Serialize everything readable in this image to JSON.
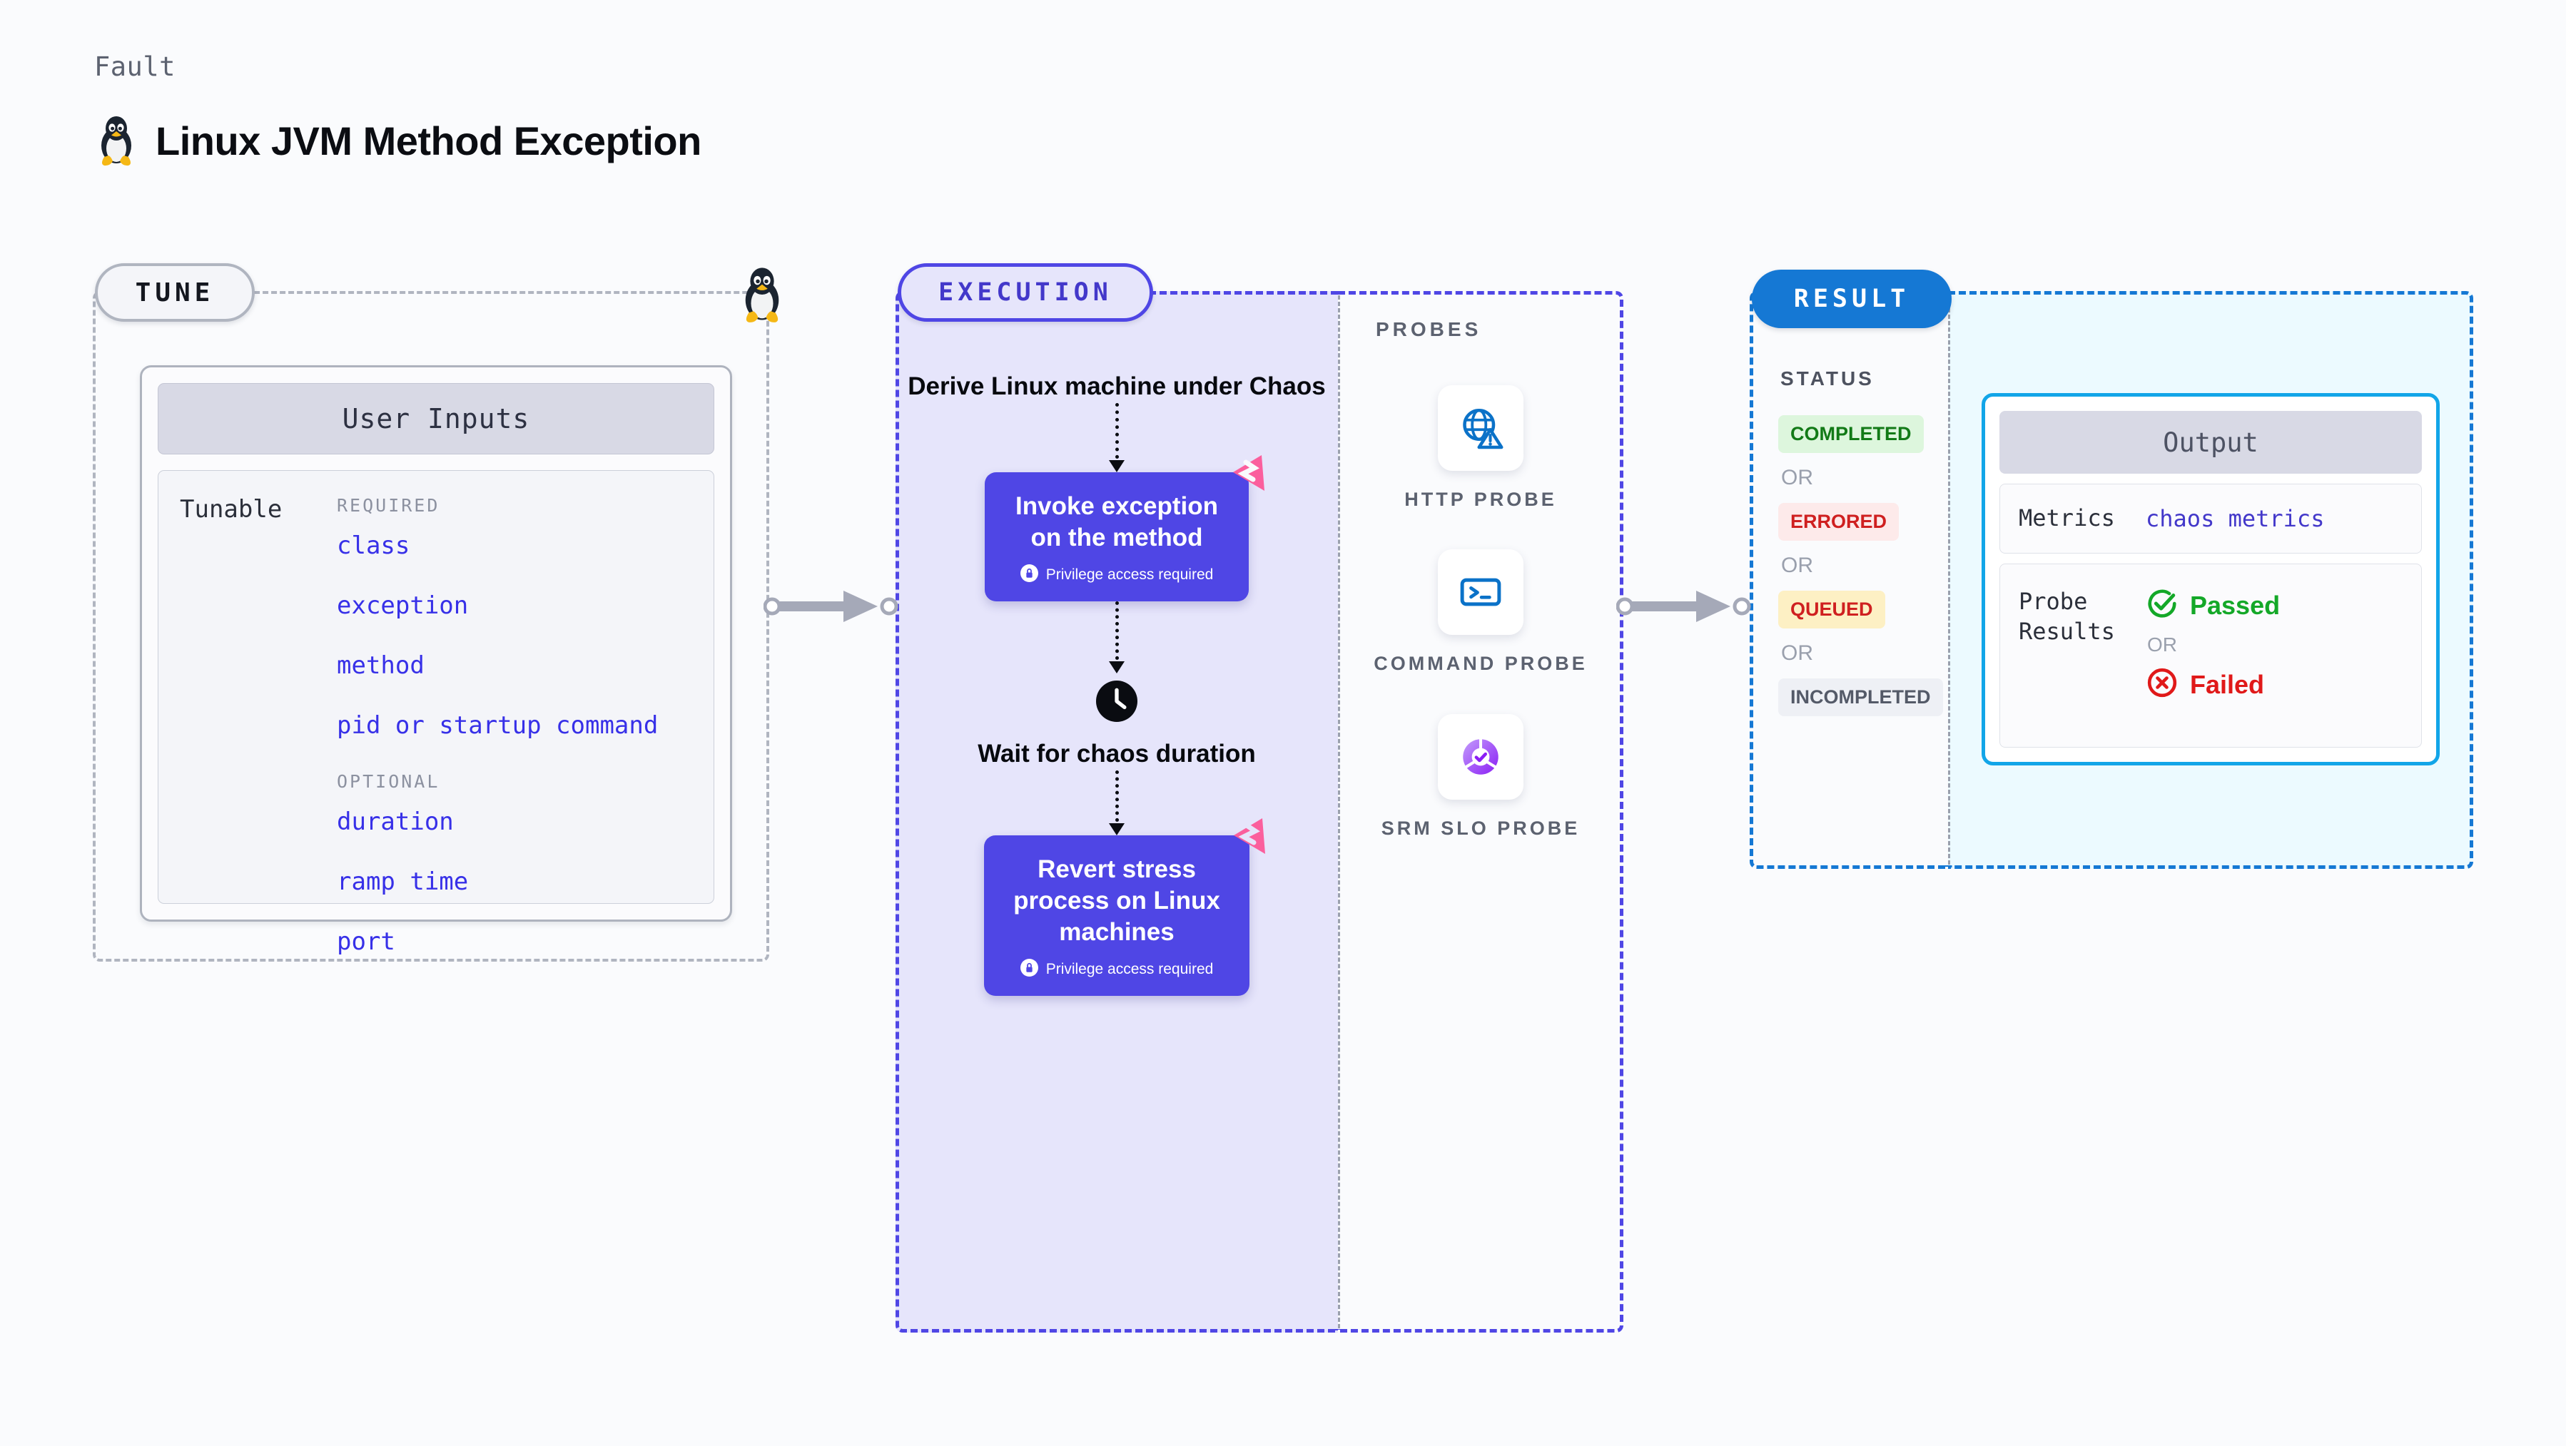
{
  "header": {
    "kicker": "Fault",
    "title": "Linux JVM Method Exception",
    "icon": "linux-tux-icon"
  },
  "tune": {
    "badge": "TUNE",
    "marker_icon": "linux-tux-icon",
    "card_title": "User Inputs",
    "tunable_label": "Tunable",
    "groups": [
      {
        "heading": "REQUIRED",
        "items": [
          "class",
          "exception",
          "method",
          "pid or startup command"
        ]
      },
      {
        "heading": "OPTIONAL",
        "items": [
          "duration",
          "ramp time",
          "port"
        ]
      }
    ]
  },
  "execution": {
    "badge": "EXECUTION",
    "steps": [
      {
        "kind": "text",
        "label": "Derive Linux machine under Chaos"
      },
      {
        "kind": "action",
        "label": "Invoke exception on the method",
        "privilege": "Privilege access required",
        "privilege_icon": "lock-icon",
        "marker_icon": "litmus-chaos-icon"
      },
      {
        "kind": "wait",
        "label": "Wait for chaos duration",
        "icon": "clock-icon"
      },
      {
        "kind": "action",
        "label": "Revert stress process on Linux machines",
        "privilege": "Privilege access required",
        "privilege_icon": "lock-icon",
        "marker_icon": "litmus-chaos-icon"
      }
    ]
  },
  "probes": {
    "title": "PROBES",
    "items": [
      {
        "label": "HTTP PROBE",
        "icon": "globe-warning-icon"
      },
      {
        "label": "COMMAND PROBE",
        "icon": "terminal-icon"
      },
      {
        "label": "SRM SLO PROBE",
        "icon": "srm-slo-check-icon"
      }
    ]
  },
  "result": {
    "badge": "RESULT",
    "status_title": "STATUS",
    "or_label": "OR",
    "statuses": [
      {
        "label": "COMPLETED",
        "style": "completed"
      },
      {
        "label": "ERRORED",
        "style": "errored"
      },
      {
        "label": "QUEUED",
        "style": "queued"
      },
      {
        "label": "INCOMPLETED",
        "style": "incomplete"
      }
    ],
    "output": {
      "title": "Output",
      "metrics_label": "Metrics",
      "metrics_value": "chaos metrics",
      "probe_results_label": "Probe Results",
      "passed_label": "Passed",
      "failed_label": "Failed",
      "or_label": "OR",
      "passed_icon": "check-circle-icon",
      "failed_icon": "x-circle-icon"
    }
  },
  "colors": {
    "accent_indigo": "#4f46e5",
    "accent_blue": "#1578d4",
    "accent_cyan": "#12a5e8",
    "chaos_pink": "#fb5f9d",
    "pass_green": "#14a828",
    "fail_red": "#e01919"
  }
}
